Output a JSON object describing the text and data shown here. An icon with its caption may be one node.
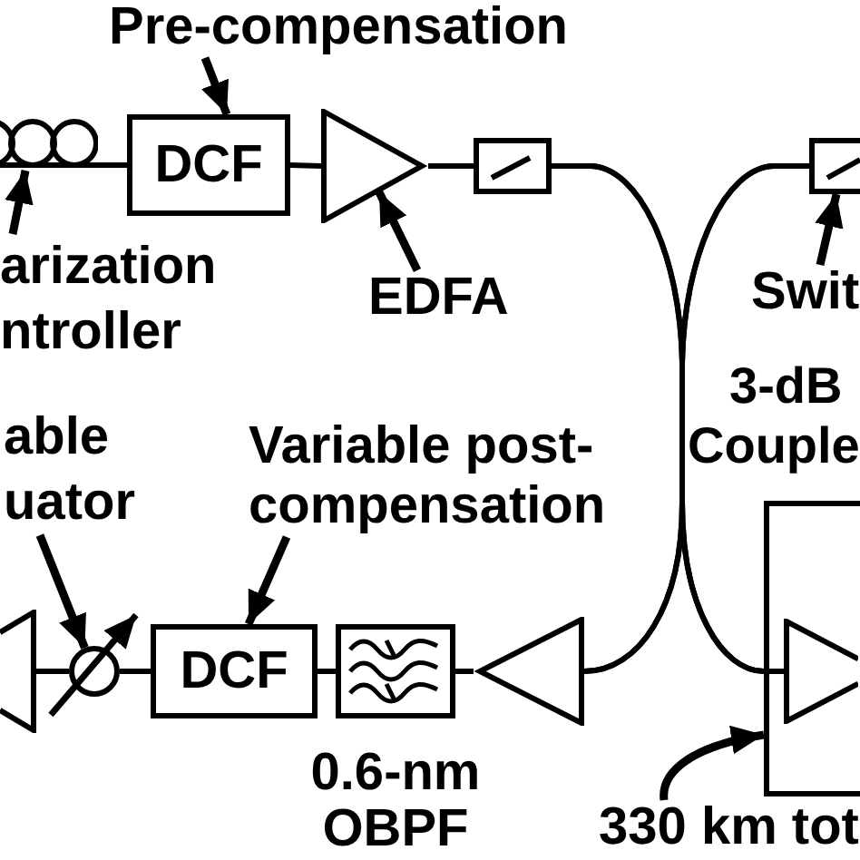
{
  "diagram": {
    "nodes": [
      {
        "text": [
          "Pre-compensation"
        ]
      },
      {
        "text": [],
        "shape": "coil"
      },
      {
        "text": [
          "DCF"
        ]
      },
      {
        "text": [],
        "shape": "triangle"
      },
      {
        "text": [],
        "shape": "box"
      },
      {
        "text": [],
        "shape": "box"
      },
      {
        "text": [
          "arization ntroller"
        ]
      },
      {
        "text": [
          "EDFA"
        ]
      },
      {
        "text": [
          "Swit"
        ]
      },
      {
        "text": [
          "able uator"
        ]
      },
      {
        "text": [
          "Variable post- compensation"
        ]
      },
      {
        "text": [],
        "shape": "triangle"
      },
      {
        "text": [],
        "shape": "circle"
      },
      {
        "text": [
          "DCF"
        ]
      },
      {
        "text": [],
        "shape": "box",
        "beside": [
          "0.6-nm OBPF"
        ]
      },
      {
        "text": [],
        "shape": "triangle"
      },
      {
        "text": [],
        "shape": "box"
      },
      {
        "text": [],
        "shape": "triangle",
        "in": 16
      },
      {
        "text": [
          "330 km tot"
        ]
      }
    ],
    "edges": [
      {
        "from": 1,
        "to": 2,
        "arrow": "none"
      },
      {
        "from": 2,
        "to": 3,
        "arrow": "none"
      },
      {
        "from": 3,
        "to": 4,
        "arrow": "none"
      },
      {
        "from": 4,
        "to": 15,
        "arrow": "none"
      },
      {
        "from": 4,
        "to": 17,
        "arrow": "none"
      },
      {
        "from": 5,
        "to": 15,
        "arrow": "none"
      },
      {
        "from": 5,
        "to": 17,
        "arrow": "none"
      },
      {
        "from": 15,
        "to": 14,
        "arrow": "none"
      },
      {
        "from": 14,
        "to": 13,
        "arrow": "none"
      },
      {
        "from": 13,
        "to": 12,
        "arrow": "none"
      },
      {
        "from": 12,
        "to": 11,
        "arrow": "none"
      },
      {
        "from": 0,
        "to": 2,
        "arrow": "to"
      },
      {
        "from": 6,
        "to": 1,
        "arrow": "to"
      },
      {
        "from": 7,
        "to": 3,
        "arrow": "to"
      },
      {
        "from": 8,
        "to": 5,
        "arrow": "to"
      },
      {
        "from": 9,
        "to": 12,
        "arrow": "to"
      },
      {
        "from": 10,
        "to": 13,
        "arrow": "to"
      },
      {
        "from": 18,
        "to": 16,
        "arrow": "to"
      }
    ],
    "labels": [
      "3-dB Couple"
    ]
  }
}
